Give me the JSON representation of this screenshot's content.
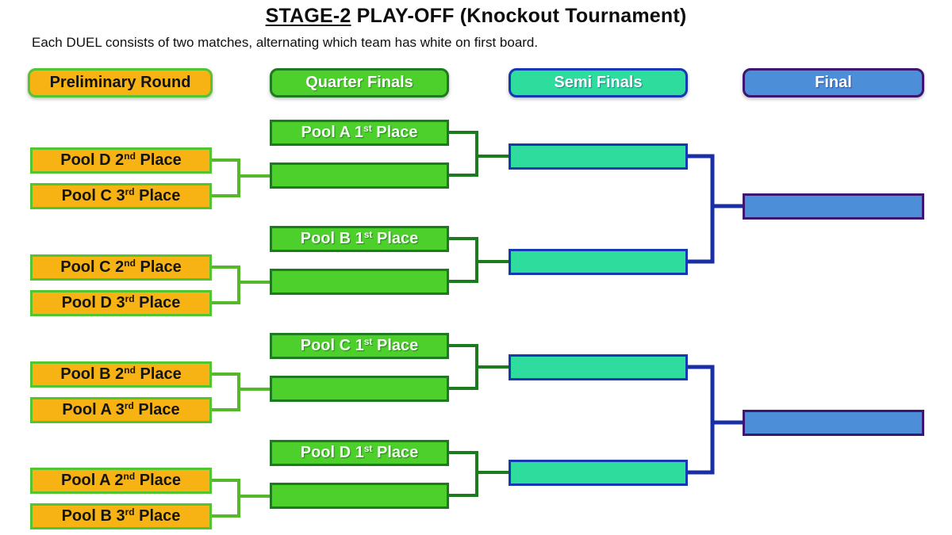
{
  "title": {
    "underlined": "STAGE-2",
    "rest": " PLAY-OFF (Knockout Tournament)"
  },
  "subtitle": "Each DUEL consists of two matches, alternating which team has white on first board.",
  "headers": {
    "preliminary": "Preliminary Round",
    "quarterfinals": "Quarter Finals",
    "semifinals": "Semi Finals",
    "final": "Final"
  },
  "bracket": {
    "preliminary": [
      {
        "prefix": "Pool D 2",
        "sup": "nd",
        "suffix": " Place"
      },
      {
        "prefix": "Pool C 3",
        "sup": "rd",
        "suffix": " Place"
      },
      {
        "prefix": "Pool C 2",
        "sup": "nd",
        "suffix": " Place"
      },
      {
        "prefix": "Pool D 3",
        "sup": "rd",
        "suffix": " Place"
      },
      {
        "prefix": "Pool B 2",
        "sup": "nd",
        "suffix": " Place"
      },
      {
        "prefix": "Pool A 3",
        "sup": "rd",
        "suffix": " Place"
      },
      {
        "prefix": "Pool A 2",
        "sup": "nd",
        "suffix": " Place"
      },
      {
        "prefix": "Pool B 3",
        "sup": "rd",
        "suffix": " Place"
      }
    ],
    "quarterfinals": [
      {
        "prefix": "Pool A 1",
        "sup": "st",
        "suffix": " Place"
      },
      {
        "prefix": "Pool B 1",
        "sup": "st",
        "suffix": " Place"
      },
      {
        "prefix": "Pool C 1",
        "sup": "st",
        "suffix": " Place"
      },
      {
        "prefix": "Pool D 1",
        "sup": "st",
        "suffix": " Place"
      }
    ],
    "empty_slots": {
      "quarterfinal_slots": 4,
      "semifinal_slots": 4,
      "final_slots": 2
    }
  },
  "colors": {
    "orange_fill": "#F7B214",
    "bright_green_border": "#55C431",
    "green_fill": "#4ED02C",
    "green_border": "#1E7A1F",
    "teal_fill": "#2EDD9E",
    "teal_border": "#1638B2",
    "blue_fill": "#4C8ED7",
    "purple_border": "#3C1670",
    "conn_green_light": "#55B82B",
    "conn_green_dark": "#1E7A1F",
    "conn_navy": "#1B2FA5"
  }
}
